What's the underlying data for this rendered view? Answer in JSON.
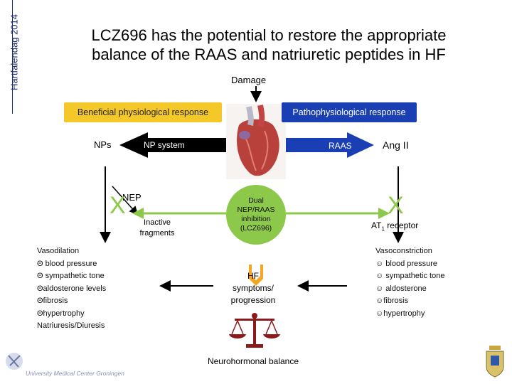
{
  "sidebar": {
    "text": "Hartfalendag 2014"
  },
  "title": {
    "line1": "LCZ696 has the potential to restore the appropriate",
    "line2": "balance of the RAAS and natriuretic peptides in HF"
  },
  "damage_label": "Damage",
  "beneficial_label": "Beneficial physiological response",
  "patho_label": "Pathophysiological response",
  "nps_label": "NPs",
  "np_system_label": "NP system",
  "raas_label": "RAAS",
  "ang_label": "Ang II",
  "nep_label": "NEP",
  "x_mark": "X",
  "inactive_label": {
    "line1": "Inactive",
    "line2": "fragments"
  },
  "circle_text": {
    "line1": "Dual",
    "line2": "NEP/RAAS",
    "line3": "inhibition",
    "line4": "(LCZ696)"
  },
  "at1_label": {
    "main": "AT",
    "sub": "1",
    "rest": " receptor"
  },
  "left_list": [
    "Vasodilation",
    "Θ blood pressure",
    "Θ sympathetic tone",
    "Θaldosterone levels",
    "Θfibrosis",
    "Θhypertrophy",
    "Natriuresis/Diuresis"
  ],
  "right_list": [
    "Vasoconstriction",
    "☺ blood pressure",
    "☺ sympathetic tone",
    "☺ aldosterone",
    "☺fibrosis",
    "☺hypertrophy"
  ],
  "hf_text": {
    "line1": "HF",
    "line2": "symptoms/",
    "line3": "progression"
  },
  "footer": "Neurohormonal balance",
  "umcg": "University Medical Center Groningen",
  "colors": {
    "yellow": "#f5c82a",
    "blue": "#1a3fb5",
    "green": "#8cc84a",
    "orange": "#f5a623",
    "scale": "#8b1a1a"
  }
}
